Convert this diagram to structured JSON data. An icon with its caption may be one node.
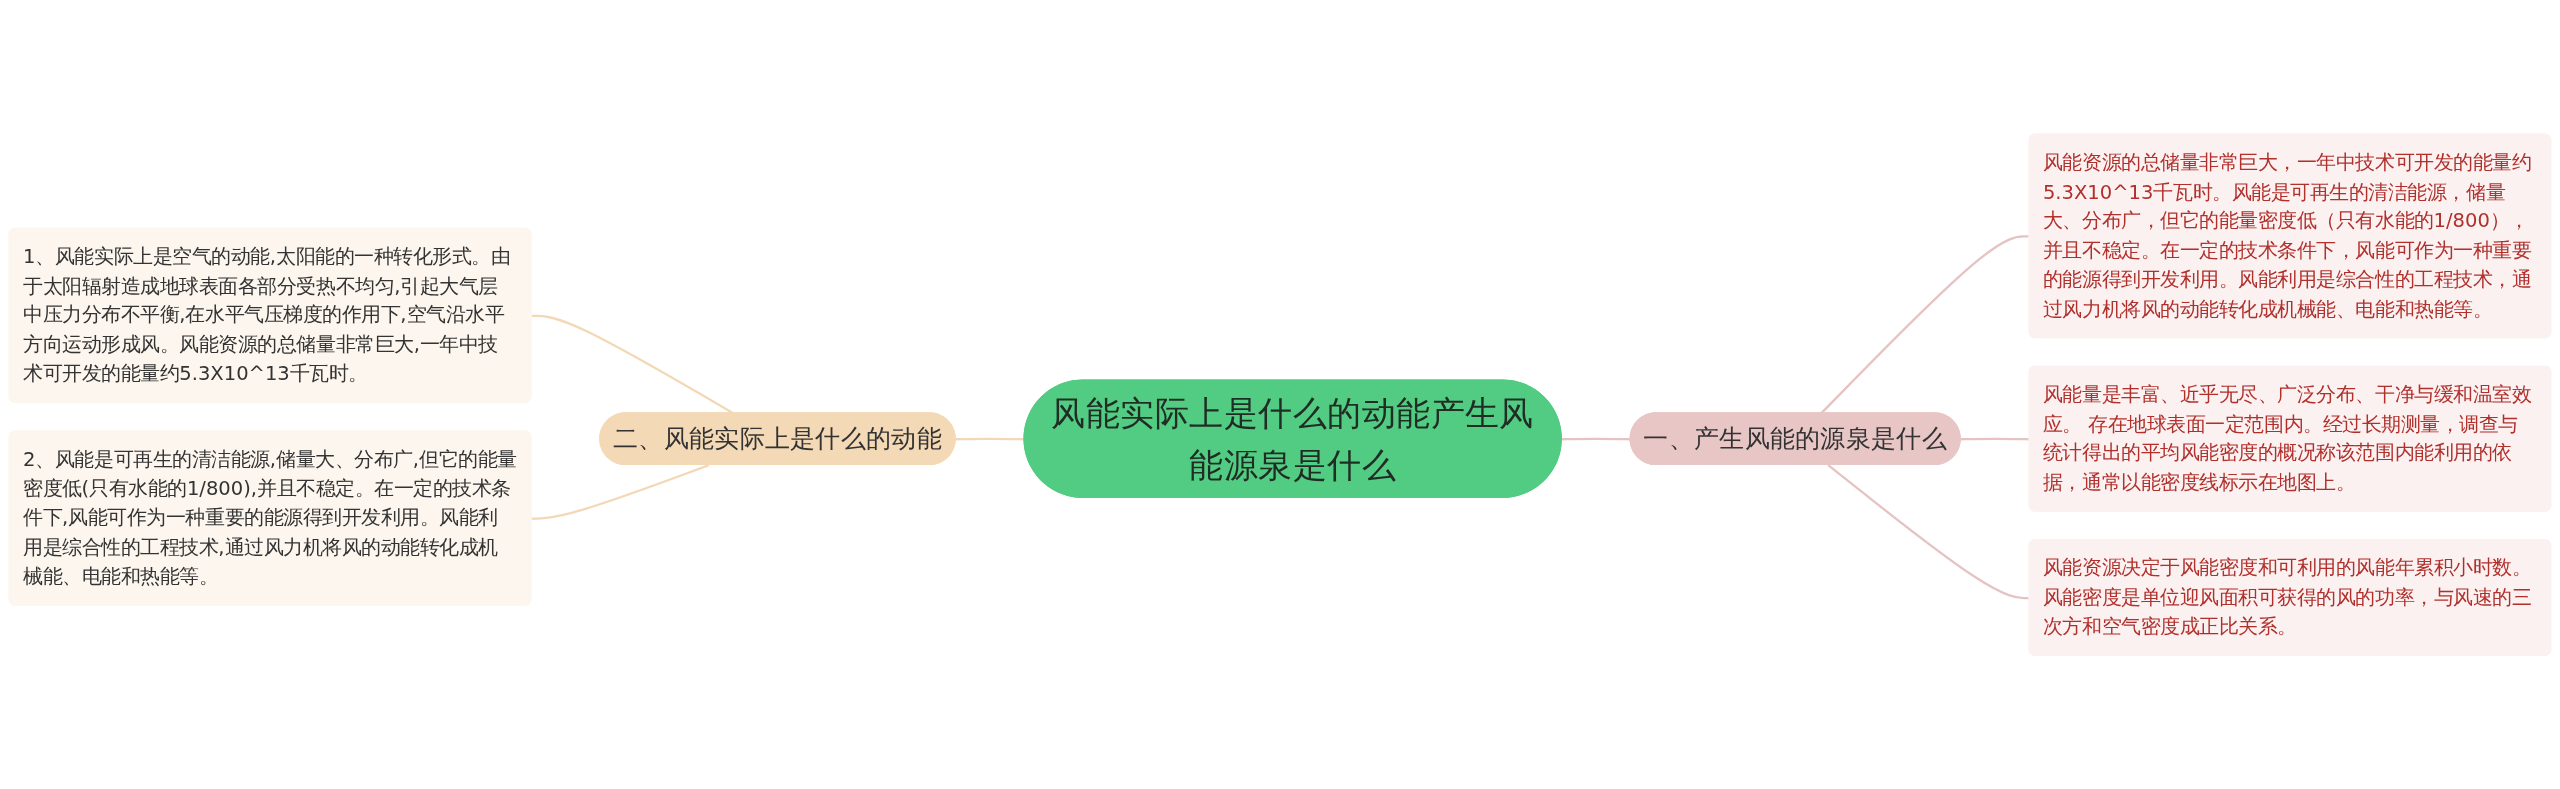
{
  "diagram": {
    "nodes": [
      {
        "text": [
          "风能实际上是什么的动能产生风能源泉是什么"
        ]
      },
      {
        "text": [
          "一、产生风能的源泉是什么"
        ]
      },
      {
        "text": [
          "风能资源的总储量非常巨大，一年中技术可开发的能量约5.3X10^13千瓦时。风能是可再生的清洁能源，储量大、分布广，但它的能量密度低（只有水能的1/800），并且不稳定。在一定的技术条件下，风能可作为一种重要的能源得到开发利用。风能利用是综合性的工程技术，通过风力机将风的动能转化成机械能、电能和热能等。"
        ]
      },
      {
        "text": [
          "风能量是丰富、近乎无尽、广泛分布、干净与缓和温室效应。 存在地球表面一定范围内。经过长期测量，调查与统计得出的平均风能密度的概况称该范围内能利用的依据，通常以能密度线标示在地图上。"
        ]
      },
      {
        "text": [
          "风能资源决定于风能密度和可利用的风能年累积小时数。风能密度是单位迎风面积可获得的风的功率，与风速的三次方和空气密度成正比关系。"
        ]
      },
      {
        "text": [
          "二、风能实际上是什么的动能"
        ]
      },
      {
        "text": [
          "1、风能实际上是空气的动能,太阳能的一种转化形式。由于太阳辐射造成地球表面各部分受热不均匀,引起大气层中压力分布不平衡,在水平气压梯度的作用下,空气沿水平方向运动形成风。风能资源的总储量非常巨大,一年中技术可开发的能量约5.3X10^13千瓦时。"
        ]
      },
      {
        "text": [
          "2、风能是可再生的清洁能源,储量大、分布广,但它的能量密度低(只有水能的1/800),并且不稳定。在一定的技术条件下,风能可作为一种重要的能源得到开发利用。风能利用是综合性的工程技术,通过风力机将风的动能转化成机械能、电能和热能等。"
        ]
      }
    ],
    "edges": [
      {
        "from": 0,
        "to": 1,
        "arrow": "none"
      },
      {
        "from": 1,
        "to": 2,
        "arrow": "none"
      },
      {
        "from": 1,
        "to": 3,
        "arrow": "none"
      },
      {
        "from": 1,
        "to": 4,
        "arrow": "none"
      },
      {
        "from": 0,
        "to": 5,
        "arrow": "none",
        "color": "#f2d8b6"
      },
      {
        "from": 5,
        "to": 6,
        "arrow": "none",
        "color": "#f2d8b6"
      },
      {
        "from": 5,
        "to": 7,
        "arrow": "none",
        "color": "#f2d8b6"
      }
    ]
  }
}
